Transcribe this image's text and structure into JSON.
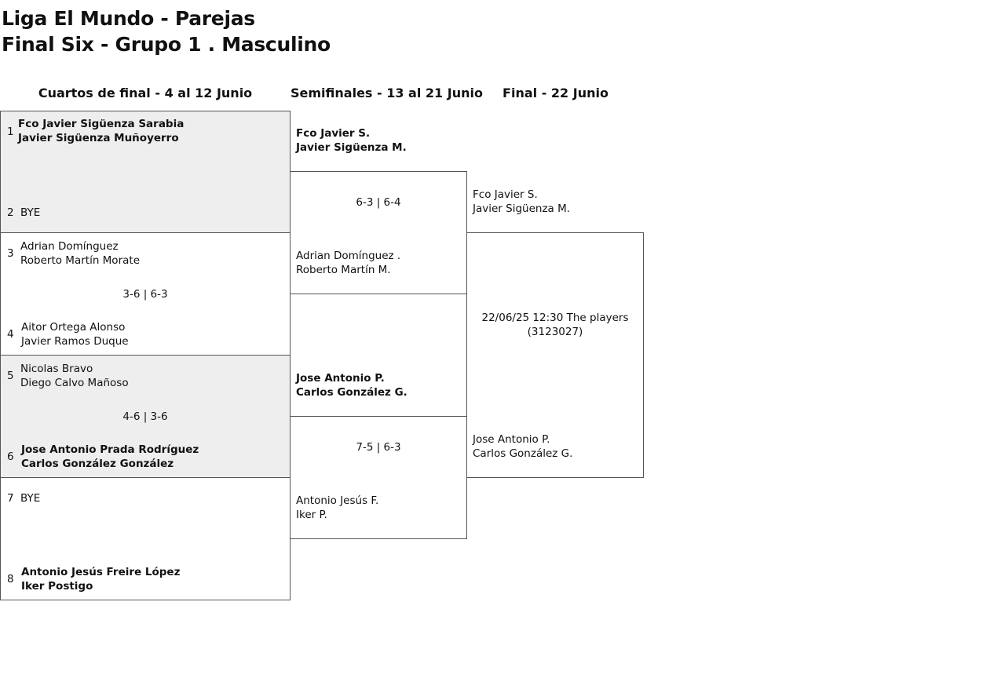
{
  "header": {
    "line1": "Liga El Mundo - Parejas",
    "line2": "Final Six - Grupo 1 . Masculino"
  },
  "rounds": {
    "quarters": "Cuartos de final - 4 al 12 Junio",
    "semis": "Semifinales - 13 al 21 Junio",
    "final": "Final - 22 Junio"
  },
  "quarters": [
    {
      "seed_top": "1",
      "top_p1": "Fco Javier Sigüenza Sarabia",
      "top_p2": "Javier Sigüenza Muñoyerro",
      "score": "",
      "seed_bottom": "2",
      "bottom_p1": "BYE",
      "bottom_p2": ""
    },
    {
      "seed_top": "3",
      "top_p1": "Adrian Domínguez",
      "top_p2": "Roberto Martín Morate",
      "score": "3-6 | 6-3",
      "seed_bottom": "4",
      "bottom_p1": "Aitor Ortega Alonso",
      "bottom_p2": "Javier Ramos Duque"
    },
    {
      "seed_top": "5",
      "top_p1": "Nicolas Bravo",
      "top_p2": "Diego Calvo Mañoso",
      "score": "4-6 | 3-6",
      "seed_bottom": "6",
      "bottom_p1": "Jose Antonio Prada Rodríguez",
      "bottom_p2": "Carlos González González"
    },
    {
      "seed_top": "7",
      "top_p1": "BYE",
      "top_p2": "",
      "score": "",
      "seed_bottom": "8",
      "bottom_p1": "Antonio Jesús Freire López",
      "bottom_p2": "Iker Postigo"
    }
  ],
  "semis": [
    {
      "top_p1": "Fco Javier S.",
      "top_p2": "Javier Sigüenza M.",
      "score": "6-3 | 6-4",
      "bottom_p1": "Adrian Domínguez .",
      "bottom_p2": "Roberto Martín M."
    },
    {
      "top_p1": "Jose Antonio P.",
      "top_p2": "Carlos González G.",
      "score": "7-5 | 6-3",
      "bottom_p1": "Antonio Jesús F.",
      "bottom_p2": "Iker P."
    }
  ],
  "final": {
    "top_p1": "Fco Javier S.",
    "top_p2": "Javier Sigüenza M.",
    "schedule_line1": "22/06/25 12:30 The players",
    "schedule_line2": "(3123027)",
    "bottom_p1": "Jose Antonio P.",
    "bottom_p2": "Carlos González G."
  }
}
